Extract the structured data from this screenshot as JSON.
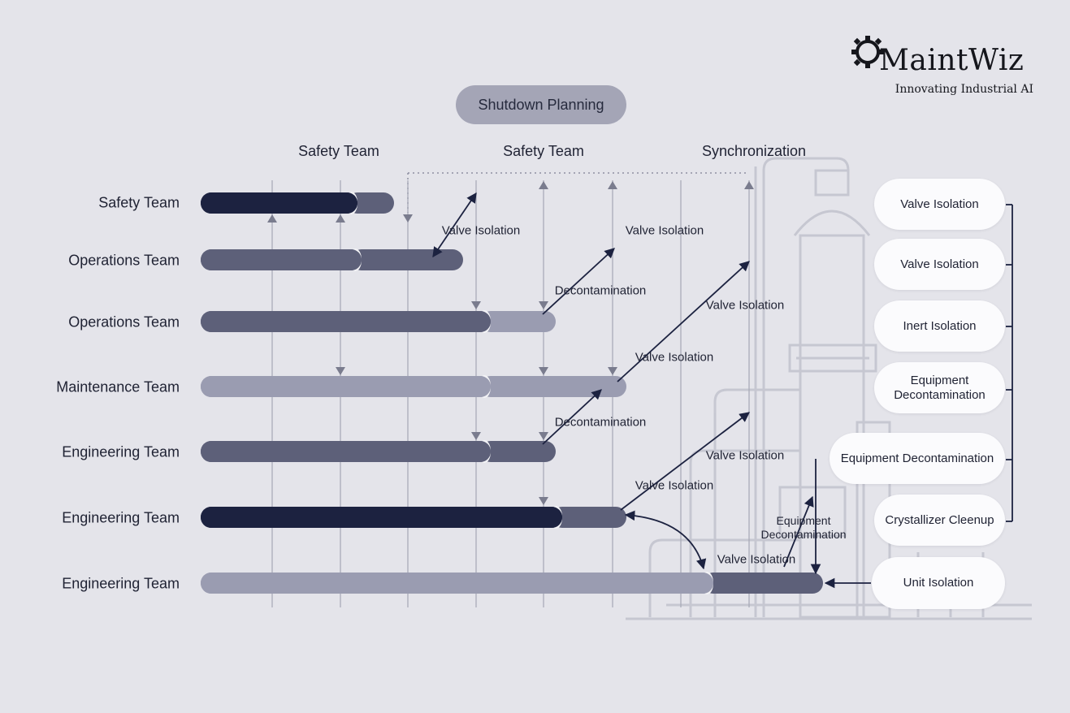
{
  "title": "Shutdown Planning",
  "column_headers": [
    "Safety Team",
    "Safety Team",
    "Synchronization"
  ],
  "rows": [
    {
      "label": "Safety Team"
    },
    {
      "label": "Operations Team"
    },
    {
      "label": "Operations Team"
    },
    {
      "label": "Maintenance Team"
    },
    {
      "label": "Engineering Team"
    },
    {
      "label": "Engineering Team"
    },
    {
      "label": "Engineering Team"
    }
  ],
  "annotations": [
    "Valve Isolation",
    "Valve Isolation",
    "Decontamination",
    "Valve Isolation",
    "Valve Isolation",
    "Decontamination",
    "Valve Isolation",
    "Valve Isolation",
    "Equipment Decontamination",
    "Valve Isolation"
  ],
  "side_items": [
    "Valve Isolation",
    "Valve Isolation",
    "Inert Isolation",
    "Equipment Decontamination",
    "Equipment Decontamination",
    "Crystallizer Cleenup",
    "Unit Isolation"
  ],
  "logo": {
    "name": "MaintWiz",
    "tagline": "Innovating Industrial AI"
  },
  "colors": {
    "background": "#e4e4ea",
    "bar_dark": "#1c2240",
    "bar_medium": "#5d6079",
    "bar_light": "#9a9cb1",
    "pill_title": "#a4a5b6",
    "side_pill": "#fbfbfd",
    "arrow": "#1c2240"
  }
}
